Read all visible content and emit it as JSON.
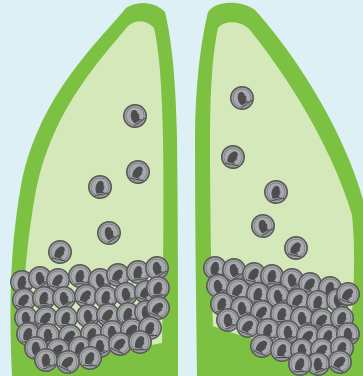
{
  "palette": {
    "background": "#ddf0f6",
    "lung_outline": "#7cc142",
    "lung_fill": "#d5e8b9",
    "coin_face": "#a7a9ac",
    "coin_edge": "#58595b",
    "coin_profile": "#4d4d4f"
  },
  "lungs": [
    {
      "side": "left",
      "coin_icon": "penny-coin-icon",
      "coin_count": 45
    },
    {
      "side": "right",
      "coin_icon": "penny-coin-icon",
      "coin_count": 42
    }
  ]
}
